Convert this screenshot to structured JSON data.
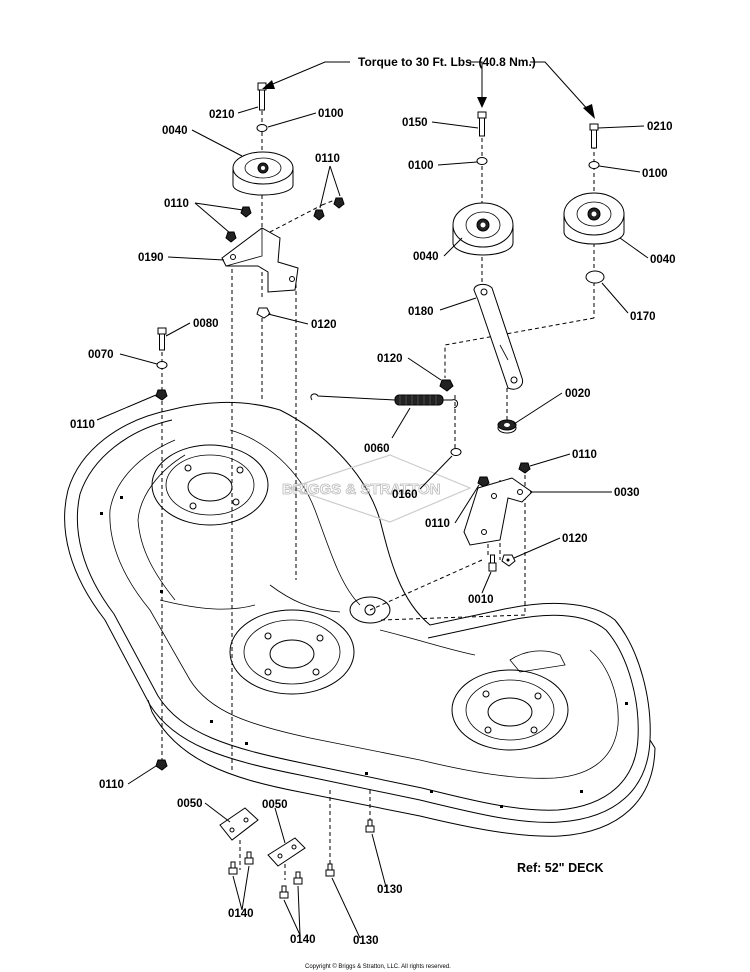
{
  "torque_note": "Torque to 30 Ft. Lbs. (40.8 Nm.)",
  "reference": "Ref: 52\" DECK",
  "copyright": "Copyright © Briggs & Stratton, LLC. All rights reserved.",
  "watermark": "BRIGGS & STRATTON",
  "callouts": {
    "c0210a": "0210",
    "c0100a": "0100",
    "c0040a": "0040",
    "c0110a": "0110",
    "c0110b": "0110",
    "c0190": "0190",
    "c0120a": "0120",
    "c0080": "0080",
    "c0070": "0070",
    "c0110c": "0110",
    "c0150": "0150",
    "c0100b": "0100",
    "c0040b": "0040",
    "c0180": "0180",
    "c0120b": "0120",
    "c0060": "0060",
    "c0160": "0160",
    "c0210b": "0210",
    "c0100c": "0100",
    "c0040c": "0040",
    "c0170": "0170",
    "c0020": "0020",
    "c0110d": "0110",
    "c0030": "0030",
    "c0110e": "0110",
    "c0120c": "0120",
    "c0010": "0010",
    "c0110f": "0110",
    "c0050a": "0050",
    "c0050b": "0050",
    "c0130a": "0130",
    "c0130b": "0130",
    "c0140a": "0140",
    "c0140b": "0140"
  }
}
